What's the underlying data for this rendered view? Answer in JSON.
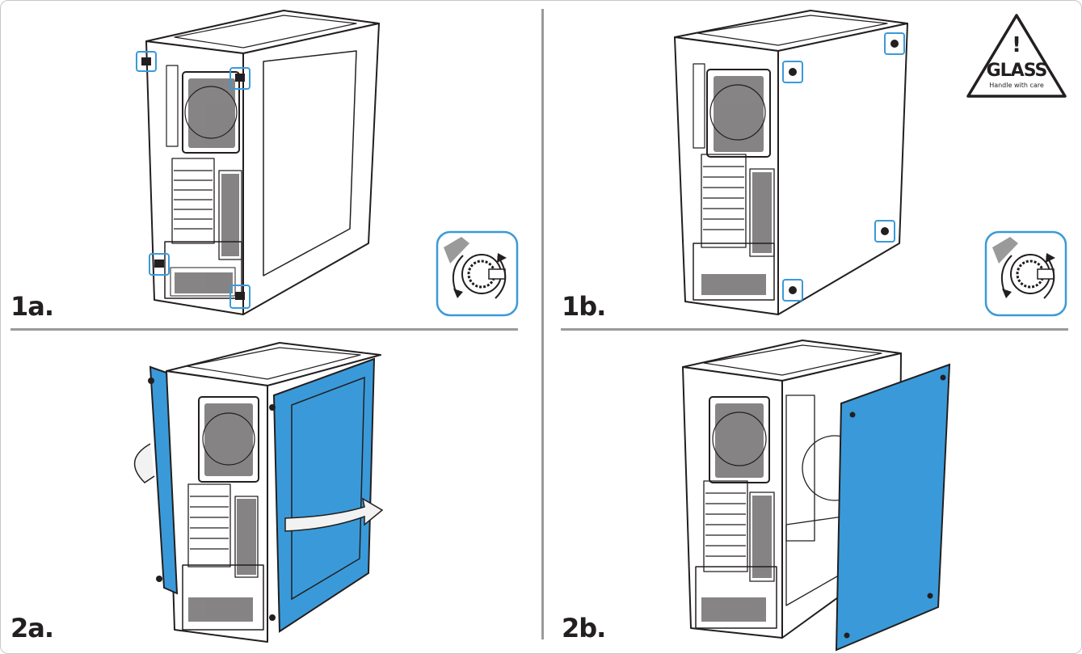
{
  "steps": {
    "s1a": {
      "label": "1a."
    },
    "s1b": {
      "label": "1b."
    },
    "s2a": {
      "label": "2a."
    },
    "s2b": {
      "label": "2b."
    }
  },
  "warning": {
    "symbol": "!",
    "title": "GLASS",
    "subtitle": "Handle with care"
  },
  "colors": {
    "accent_blue": "#3a9ad9",
    "line": "#231f20",
    "separator": "#9a9a9a"
  },
  "icons": [
    "thumbscrew-detail-icon",
    "glass-warning-icon",
    "rotate-arrow-icon"
  ]
}
